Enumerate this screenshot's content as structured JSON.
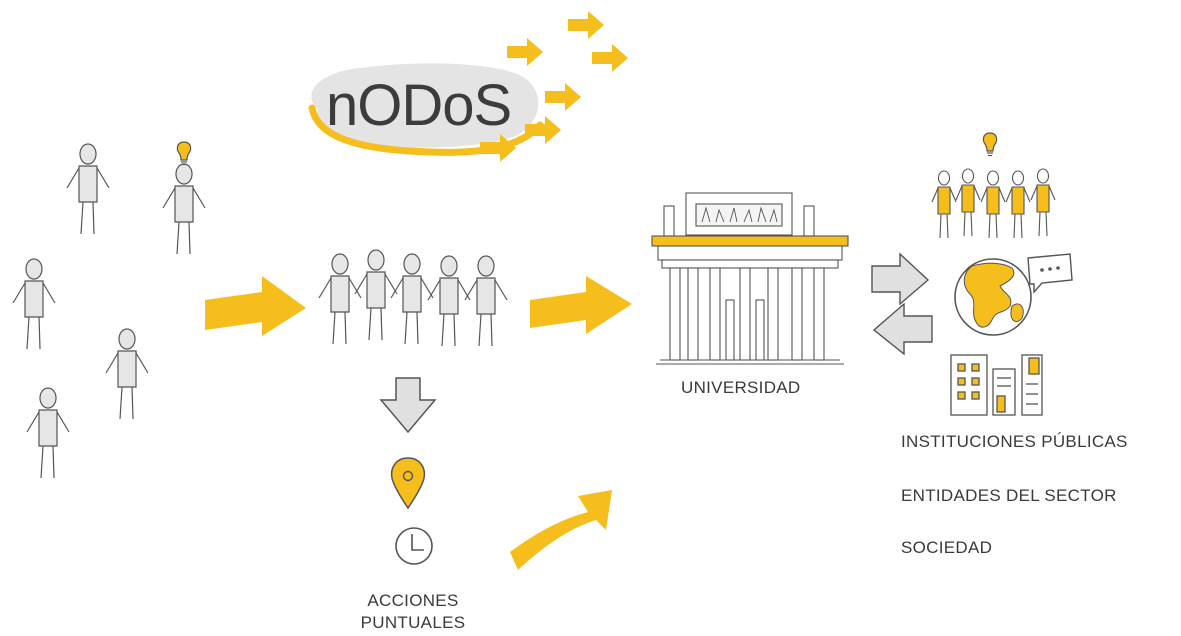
{
  "logo": {
    "text": "nODoS"
  },
  "labels": {
    "universidad": "UNIVERSIDAD",
    "acciones": [
      "ACCIONES",
      "PUNTUALES"
    ]
  },
  "destinations": [
    "INSTITUCIONES PÚBLICAS",
    "ENTIDADES DEL SECTOR",
    "SOCIEDAD"
  ],
  "colors": {
    "accent": "#F5BE1C",
    "figure_fill": "#E3E3E3",
    "stroke": "#555555",
    "grey_arrow": "#DEDEDE",
    "text": "#3a3a3a"
  },
  "icons": [
    "lightbulb-icon",
    "person-icon",
    "location-pin-icon",
    "clock-icon",
    "globe-icon",
    "speech-bubble-icon",
    "buildings-icon",
    "university-building-icon"
  ]
}
